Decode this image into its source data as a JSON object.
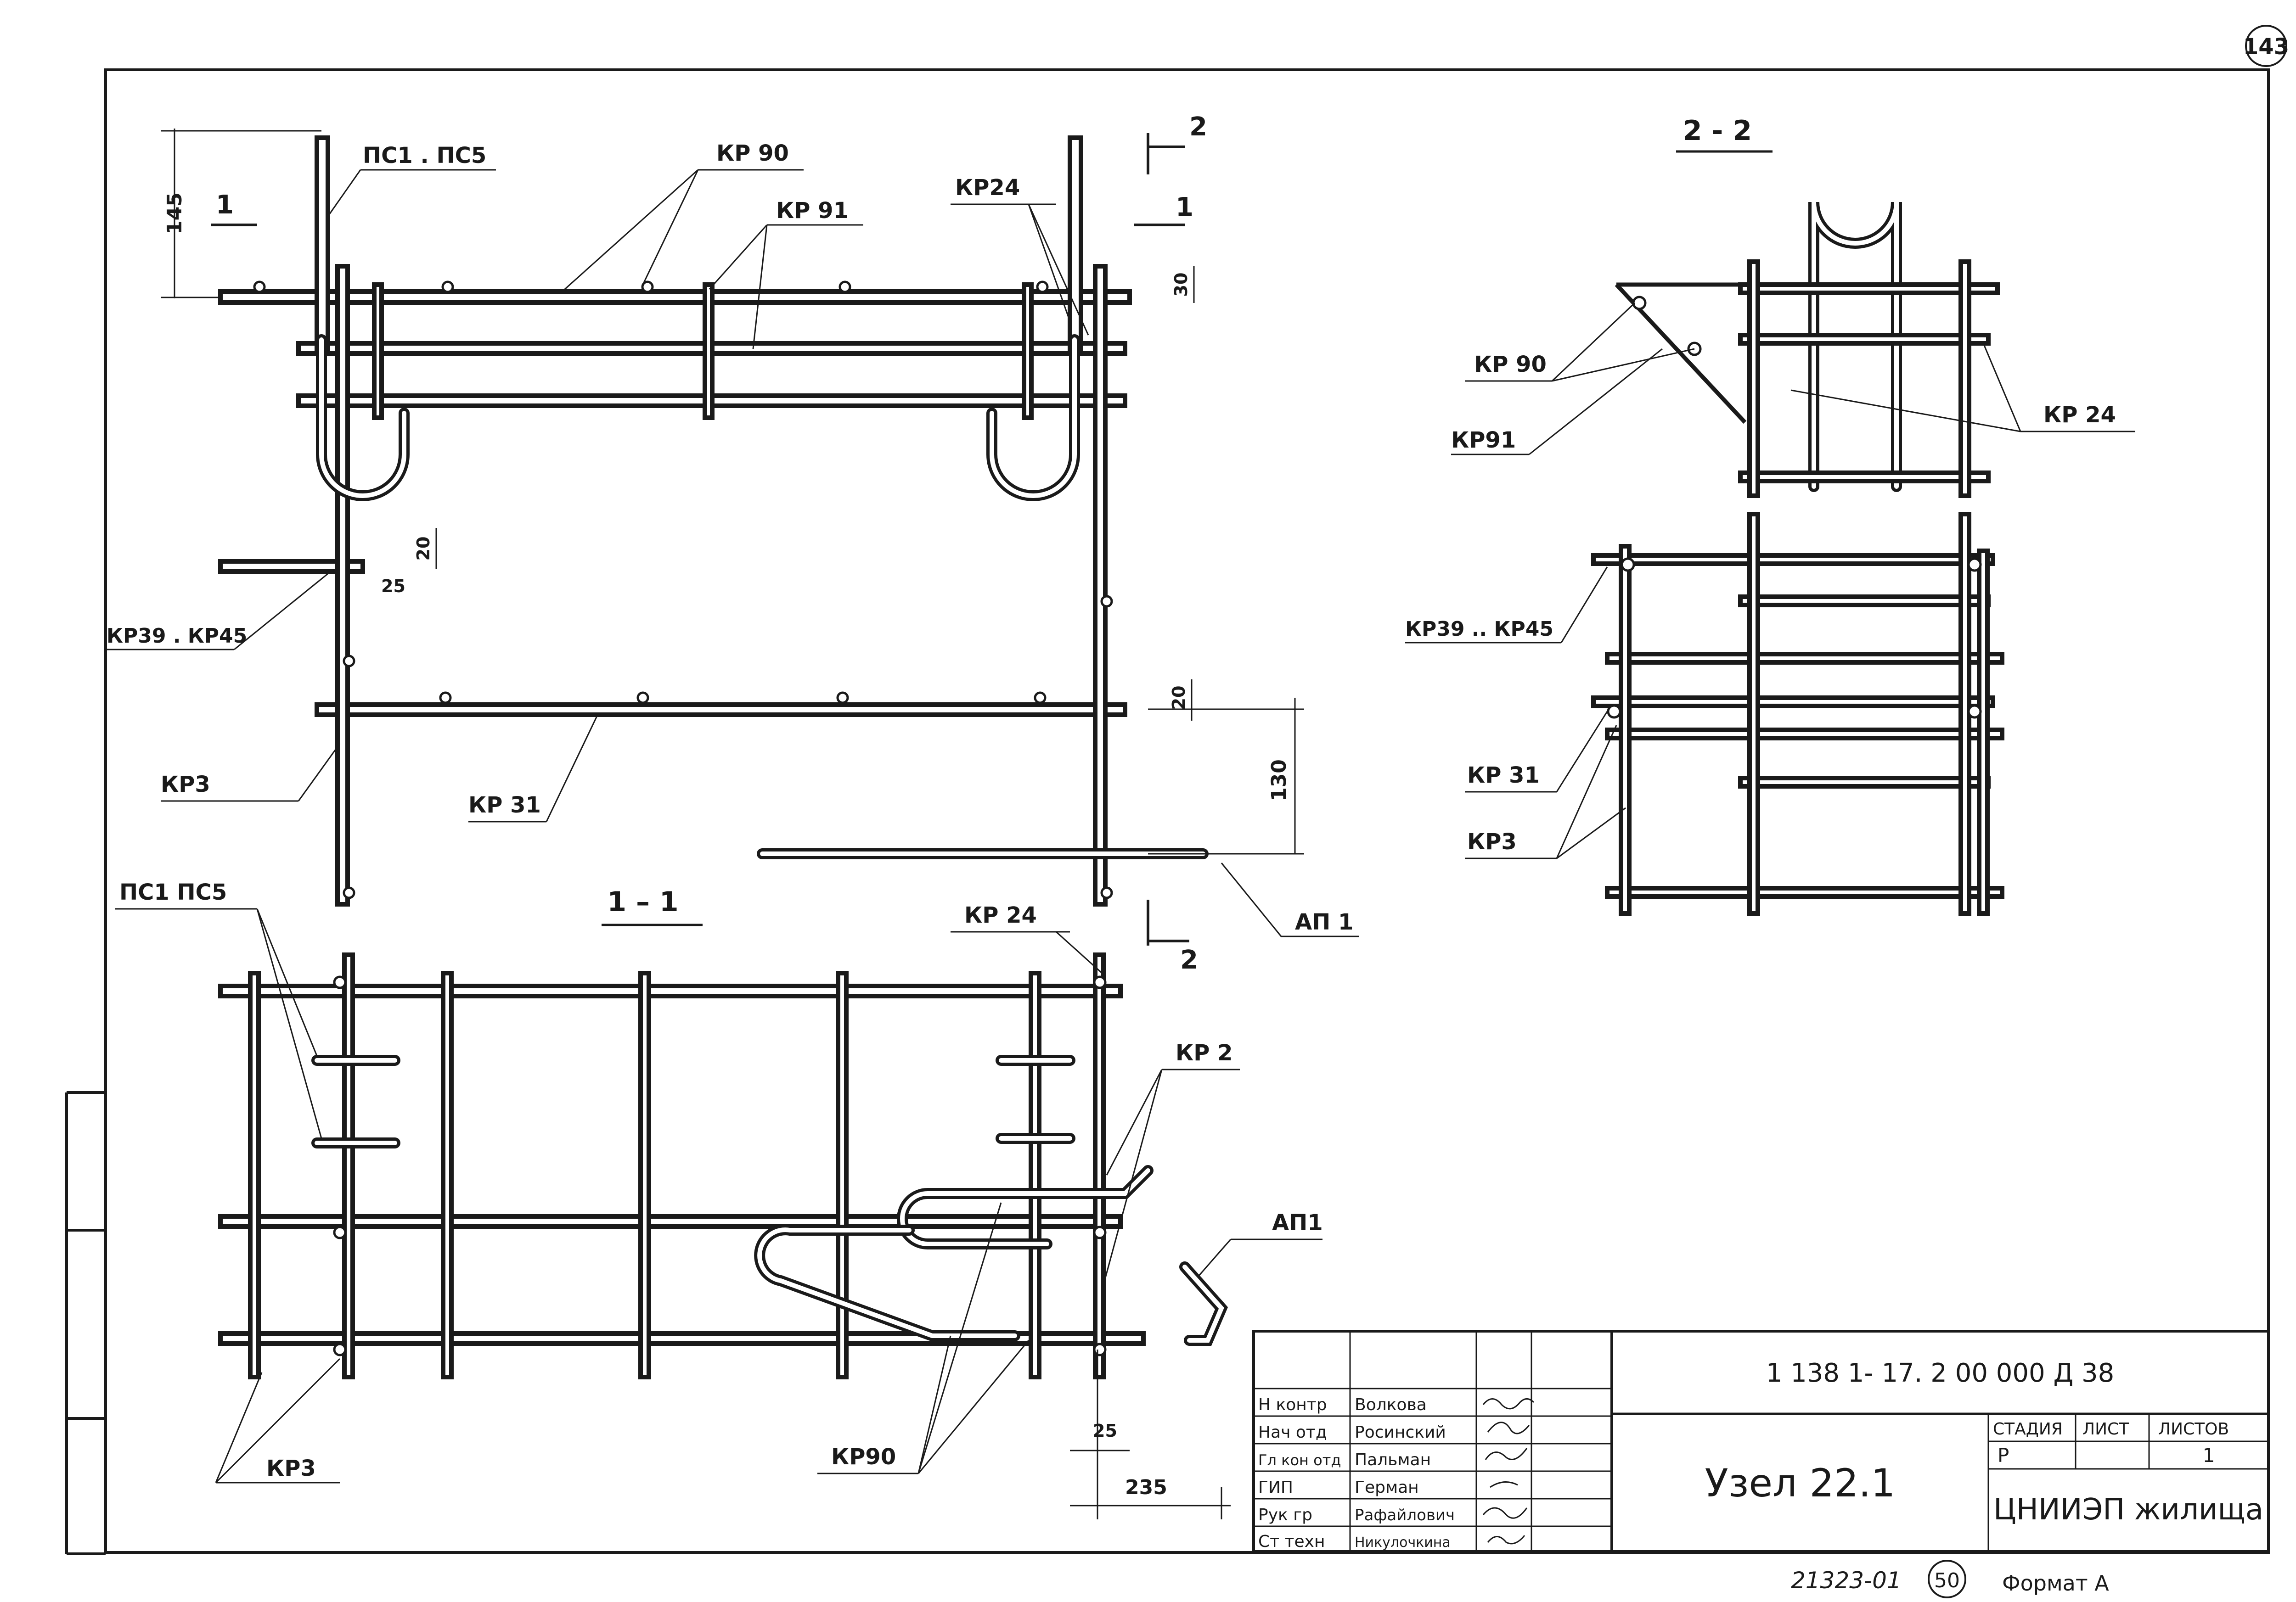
{
  "sheet": {
    "page_number": "143",
    "format_note": "Формат А",
    "archive_code": "21323-01",
    "archive_circle": "50"
  },
  "views": {
    "plan": {
      "leaders": [
        "ПС1 . ПС5",
        "КР 90",
        "КР 91",
        "КР24",
        "КР39 . КР45",
        "КР3",
        "КР 31",
        "АП 1"
      ],
      "dims": [
        "145",
        "30",
        "20",
        "25",
        "20",
        "130"
      ],
      "section_marks": [
        "2",
        "1",
        "1",
        "2"
      ]
    },
    "section_1_1": {
      "title": "1 – 1",
      "leaders": [
        "ПС1  ПС5",
        "КР 24",
        "КР 2",
        "АП1",
        "КР3",
        "КР90"
      ],
      "dims": [
        "25",
        "235"
      ]
    },
    "section_2_2": {
      "title": "2 - 2",
      "leaders": [
        "КР 90",
        "КР91",
        "КР 24",
        "КР39 .. КР45",
        "КР 31",
        "КР3"
      ]
    }
  },
  "title_block": {
    "document_code": "1 138 1- 17. 2  00  000 Д 38",
    "drawing_title": "Узел 22.1",
    "organization": "ЦНИИЭП жилища",
    "stage_header": "СТАДИЯ",
    "sheet_header": "ЛИСТ",
    "sheets_header": "ЛИСТОВ",
    "stage": "Р",
    "sheet_no": "",
    "sheets_total": "1",
    "roles": [
      {
        "role": "Н контр",
        "name": "Волкова"
      },
      {
        "role": "Нач отд",
        "name": "Росинский"
      },
      {
        "role": "Гл кон отд",
        "name": "Пальман"
      },
      {
        "role": "ГИП",
        "name": "Герман"
      },
      {
        "role": "Рук гр",
        "name": "Рафайлович"
      },
      {
        "role": "Ст техн",
        "name": "Никулочкина"
      }
    ]
  }
}
